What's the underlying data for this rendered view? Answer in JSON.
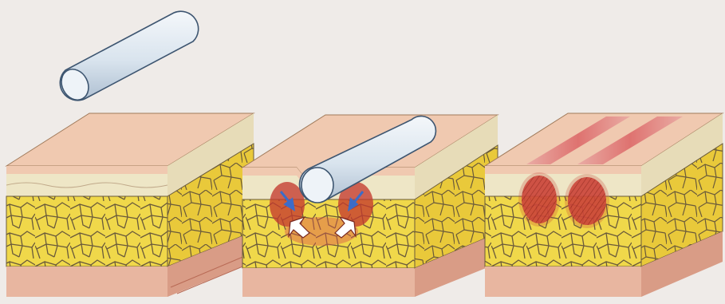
{
  "figure": {
    "stages": [
      {
        "id": "rod-above-skin",
        "rod": "above",
        "injury": "none"
      },
      {
        "id": "rod-pressing-skin",
        "rod": "pressing",
        "injury": "deep-hemorrhage-with-arrows"
      },
      {
        "id": "skin-after-impact",
        "rod": "none",
        "injury": "parallel-surface-marks-with-deep-bruise"
      }
    ],
    "colors": {
      "background": "#efebe8",
      "epidermis": "#f0c9b0",
      "dermis": "#eee6c6",
      "fat_cells": "#f0d84a",
      "fat_outline": "#6a5a3a",
      "muscle": "#e8b6a0",
      "rod": "#d9e4ee",
      "rod_outline": "#3d5570",
      "hemorrhage": "#c43a2e",
      "arrows": "#3c6cc8"
    },
    "icons": [
      "rod-icon",
      "arrow-icon"
    ]
  }
}
